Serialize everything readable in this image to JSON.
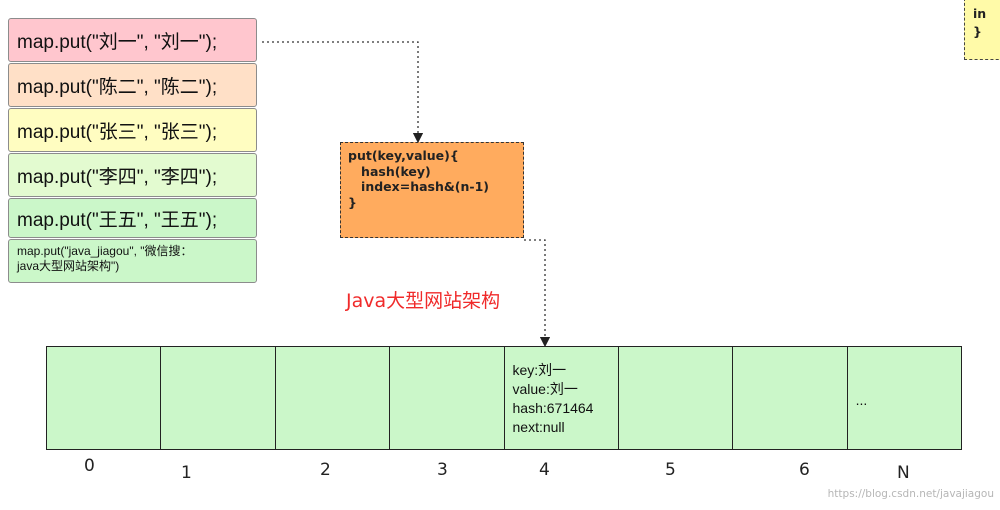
{
  "put_calls": [
    {
      "text": "map.put(\"刘一\", \"刘一\");",
      "color": "#ffc6ce"
    },
    {
      "text": "map.put(\"陈二\", \"陈二\");",
      "color": "#ffe0c7"
    },
    {
      "text": "map.put(\"张三\", \"张三\");",
      "color": "#fffdc1"
    },
    {
      "text": "map.put(\"李四\", \"李四\");",
      "color": "#e3fbd0"
    },
    {
      "text": "map.put(\"王五\", \"王五\");",
      "color": "#cbf7c9"
    },
    {
      "text_line1": "map.put(\"java_jiagou\", \"微信搜：",
      "text_line2": "java大型网站架构\")",
      "color": "#cbf7c9"
    }
  ],
  "put_function": {
    "lines": [
      "put(key,value){",
      "   hash(key)",
      "   index=hash&(n-1)",
      "}"
    ],
    "color": "#ffab5e"
  },
  "corner_box": {
    "lines": [
      "in",
      "}"
    ],
    "color": "#fffaa8"
  },
  "caption": "Java大型网站架构",
  "array": {
    "cells": [
      {
        "lines": []
      },
      {
        "lines": []
      },
      {
        "lines": []
      },
      {
        "lines": []
      },
      {
        "lines": [
          "key:刘一",
          "value:刘一",
          "hash:671464",
          "next:null"
        ]
      },
      {
        "lines": []
      },
      {
        "lines": []
      },
      {
        "lines": [
          "..."
        ]
      }
    ],
    "indices": [
      "0",
      "1",
      "2",
      "3",
      "4",
      "5",
      "6",
      "N"
    ],
    "color": "#cbf7c9"
  },
  "watermark": "https://blog.csdn.net/javajiagou"
}
